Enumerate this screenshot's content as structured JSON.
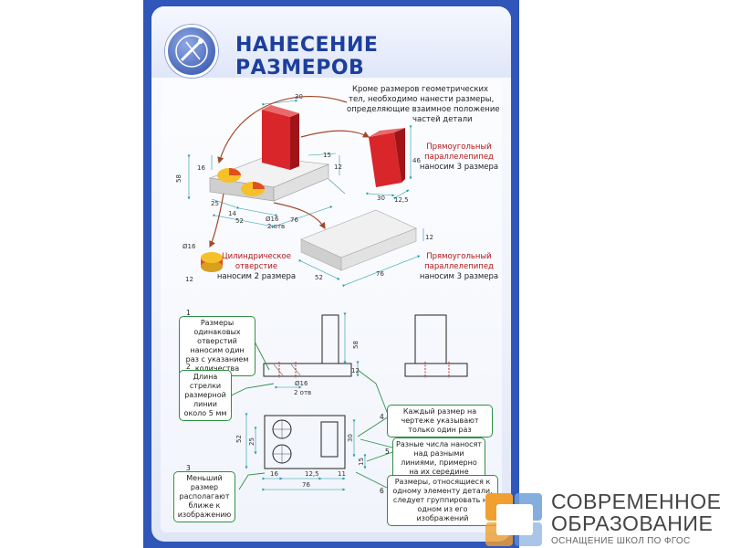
{
  "header": {
    "title": "НАНЕСЕНИЕ РАЗМЕРОВ"
  },
  "intro_text": [
    "Кроме размеров геометрических",
    "тел, необходимо нанести размеры,",
    "определяющие взаимное положение",
    "частей детали"
  ],
  "box1_label": [
    "Прямоугольный",
    "параллелепипед",
    "наносим 3 размера"
  ],
  "hole_label": [
    "Цилиндрическое",
    "отверстие",
    "наносим 2 размера"
  ],
  "box2_label": [
    "Прямоугольный",
    "параллелепипед",
    "наносим 3 размера"
  ],
  "rules": [
    {
      "num": "1",
      "text": "Размеры одинаковых отверстий наносим один раз с указанием количества"
    },
    {
      "num": "2",
      "text": "Длина стрелки размерной линии около 5 мм"
    },
    {
      "num": "3",
      "text": "Меньший размер располагают ближе к изображению"
    },
    {
      "num": "4",
      "text": "Каждый размер на чертеже указывают только один раз"
    },
    {
      "num": "5",
      "text": "Разные числа наносят над разными линиями, примерно на их середине"
    },
    {
      "num": "6",
      "text": "Размеры, относящиеся к одному элементу детали, следует группировать на одном из его изображений"
    }
  ],
  "dimensions": {
    "iso_30": "30",
    "iso_58": "58",
    "iso_16": "16",
    "iso_15": "15",
    "iso_12": "12",
    "iso_25": "25",
    "iso_14": "14",
    "iso_52": "52",
    "iso_76": "76",
    "iso_d16": "Ø16",
    "iso_2otv": "2 отв",
    "box1_46": "46",
    "box1_30": "30",
    "box1_12_5": "12,5",
    "hole_d16": "Ø16",
    "hole_12": "12",
    "box2_52": "52",
    "box2_76": "76",
    "box2_12": "12",
    "front_58": "58",
    "front_12": "12",
    "front_d16": "Ø16",
    "front_2otv": "2 отв",
    "top_52": "52",
    "top_25": "25",
    "top_30": "30",
    "top_15": "15",
    "top_16": "16",
    "top_12_5": "12,5",
    "top_11": "11",
    "top_76": "76"
  },
  "brand": {
    "line1": "СОВРЕМЕННОЕ",
    "line2": "ОБРАЗОВАНИЕ",
    "line3": "ОСНАЩЕНИЕ ШКОЛ ПО ФГОС"
  },
  "colors": {
    "frame": "#2f56b8",
    "title": "#1d3f9c",
    "red_part": "#d8262b",
    "accent_text": "#b01818",
    "note_border": "#2f8f45",
    "dim_line": "#1f9aa8",
    "brand_orange": "#f0a030",
    "brand_blue": "#6fa0d8"
  }
}
